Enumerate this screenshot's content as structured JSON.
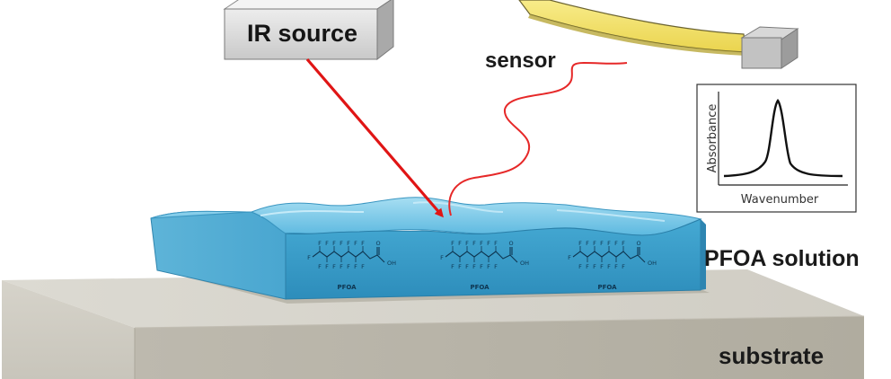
{
  "labels": {
    "ir_source": "IR source",
    "sensor": "sensor",
    "solution": "PFOA solution",
    "substrate": "substrate"
  },
  "inset_plot": {
    "ylabel": "Absorbance",
    "xlabel": "Wavenumber"
  },
  "molecule": {
    "fluorine": "F",
    "carbonyl": "O",
    "hydroxyl": "OH",
    "name": "PFOA"
  },
  "colors": {
    "beam": "#e01515",
    "solution_top": "#6ec6e8",
    "solution_side": "#3a9cc8",
    "substrate": "#d4d1c8",
    "cantilever": "#f3e26a"
  }
}
